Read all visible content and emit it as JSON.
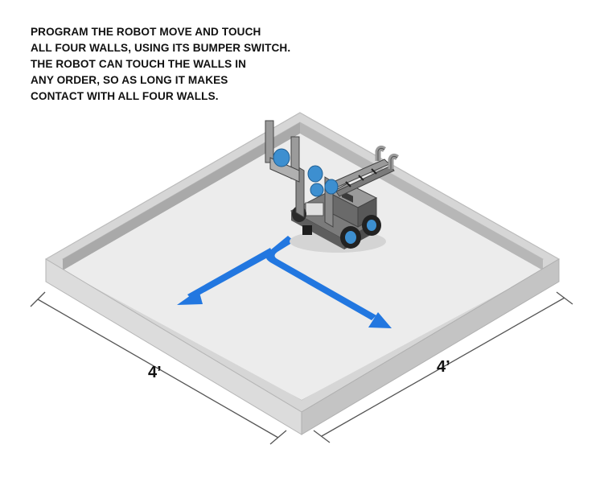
{
  "instructions": {
    "lines": [
      "PROGRAM THE ROBOT MOVE AND TOUCH",
      "ALL FOUR WALLS, USING ITS BUMPER SWITCH.",
      "THE ROBOT CAN TOUCH THE WALLS IN",
      "ANY ORDER, SO AS LONG IT MAKES",
      "CONTACT WITH ALL FOUR WALLS."
    ]
  },
  "dimensions": {
    "left_side": "4’",
    "right_side": "4’"
  },
  "colors": {
    "arrow": "#2277e0",
    "robot_accent": "#3d8fd0",
    "wall": "#c9c9c9",
    "floor": "#ececec"
  },
  "icons": {
    "robot": "robot-icon",
    "arrows": "direction-arrows-icon"
  }
}
